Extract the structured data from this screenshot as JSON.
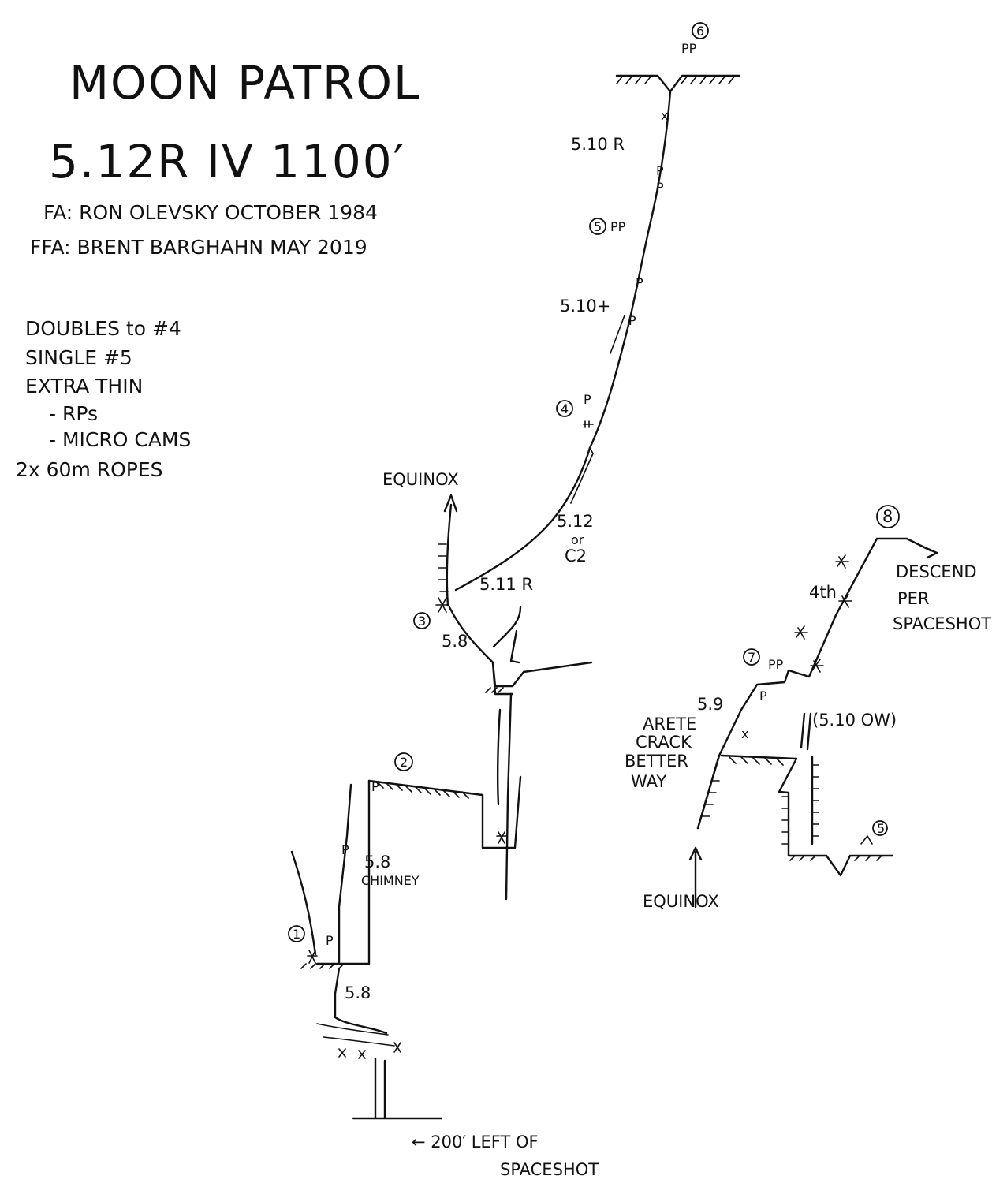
{
  "title": "MOON PATROL",
  "grade": "5.12R  IV  1100′",
  "fa": "FA: RON OLEVSKY  OCTOBER 1984",
  "ffa": "FFA: BRENT BARGHAHN  MAY 2019",
  "gear": [
    "DOUBLES to #4",
    "SINGLE #5",
    "EXTRA THIN",
    "- RPs",
    "- MICRO CAMS",
    "2x 60m ROPES"
  ],
  "belays": [
    "1",
    "2",
    "3",
    "4",
    "5",
    "6",
    "7",
    "8",
    "5"
  ],
  "grades": {
    "p6": "5.10 R",
    "p5": "5.10+",
    "p4": "5.12",
    "p4_alt1": "or",
    "p4_alt2": "C2",
    "p3a": "5.11 R",
    "p3b": "5.8",
    "p1_chimney": "5.8",
    "p1_chimney2": "CHIMNEY",
    "start": "5.8",
    "p7": "5.9",
    "p8": "4th",
    "ow": "(5.10 OW)"
  },
  "pin_labels": {
    "pp": "PP",
    "p": "P",
    "x": "x"
  },
  "labels": {
    "equinox_top": "EQUINOX",
    "equinox_bottom": "EQUINOX",
    "descend1": "DESCEND",
    "descend2": "PER",
    "descend3": "SPACESHOT",
    "arete1": "ARETE",
    "arete2": "CRACK",
    "arete3": "BETTER",
    "arete4": "WAY",
    "approach1": "← 200′ LEFT OF",
    "approach2": "SPACESHOT"
  }
}
